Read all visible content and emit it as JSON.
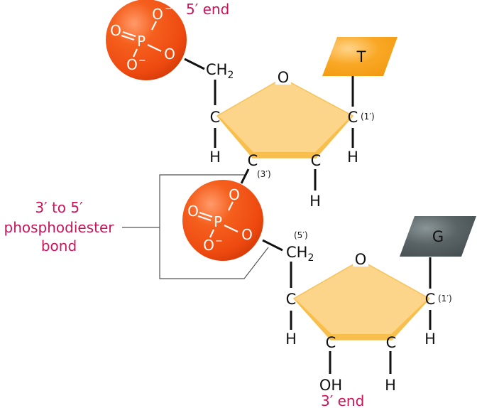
{
  "labels": {
    "five_prime_end": "5′ end",
    "three_prime_end": "3′ end",
    "bond_label": [
      "3′ to 5′",
      "phosphodiester",
      "bond"
    ]
  },
  "nucleotides": [
    {
      "base": "T",
      "base_color": "#f7a21b",
      "ring_oxygen": "O",
      "carbon": "C",
      "hydrogen": "H",
      "ch2": "CH",
      "ch2_sub": "2",
      "c1_label": "(1′)",
      "c3_label": "(3′)",
      "c3_substituent": ""
    },
    {
      "base": "G",
      "base_color": "#505a5c",
      "ring_oxygen": "O",
      "carbon": "C",
      "hydrogen": "H",
      "ch2": "CH",
      "ch2_sub": "2",
      "c1_label": "(1′)",
      "c5_label": "(5′)",
      "c3_substituent": "OH"
    }
  ],
  "phosphates": [
    {
      "P": "P",
      "O": "O",
      "charge": "−",
      "color": "#f04d14"
    },
    {
      "P": "P",
      "O": "O",
      "charge": "−",
      "color": "#f04d14"
    }
  ],
  "colors": {
    "sugar_fill": "#fdd58a",
    "sugar_edge": "#f6b93b",
    "label_magenta": "#c8155a"
  }
}
